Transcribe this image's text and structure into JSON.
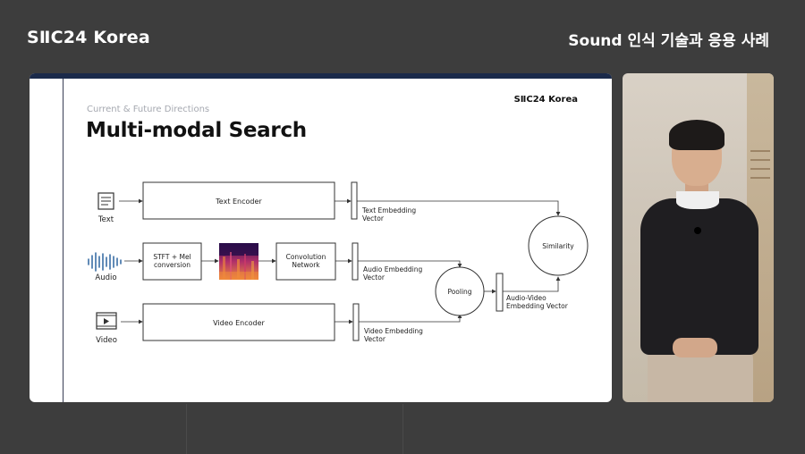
{
  "header": {
    "brand": "SⅡC24 Korea",
    "session_title": "Sound 인식 기술과 응용 사례"
  },
  "slide": {
    "subtitle": "Current & Future Directions",
    "title": "Multi-modal Search",
    "brand": "SⅡC24 Korea"
  },
  "diagram": {
    "inputs": {
      "text": "Text",
      "audio": "Audio",
      "video": "Video"
    },
    "blocks": {
      "text_encoder": "Text Encoder",
      "stft_line1": "STFT + Mel",
      "stft_line2": "conversion",
      "conv_line1": "Convolution",
      "conv_line2": "Network",
      "video_encoder": "Video Encoder",
      "pooling": "Pooling",
      "similarity": "Similarity"
    },
    "vectors": {
      "text_line1": "Text Embedding",
      "text_line2": "Vector",
      "audio_line1": "Audio Embedding",
      "audio_line2": "Vector",
      "video_line1": "Video Embedding",
      "video_line2": "Vector",
      "av_line1": "Audio-Video",
      "av_line2": "Embedding Vector"
    },
    "colors": {
      "spectrogram_dark": "#2a0d4a",
      "spectrogram_mid": "#b0306a",
      "spectrogram_hot": "#f08a3a",
      "audio_wave": "#3a6ea5"
    },
    "icons": {
      "text": "document-icon",
      "audio": "waveform-icon",
      "video": "film-play-icon"
    }
  }
}
